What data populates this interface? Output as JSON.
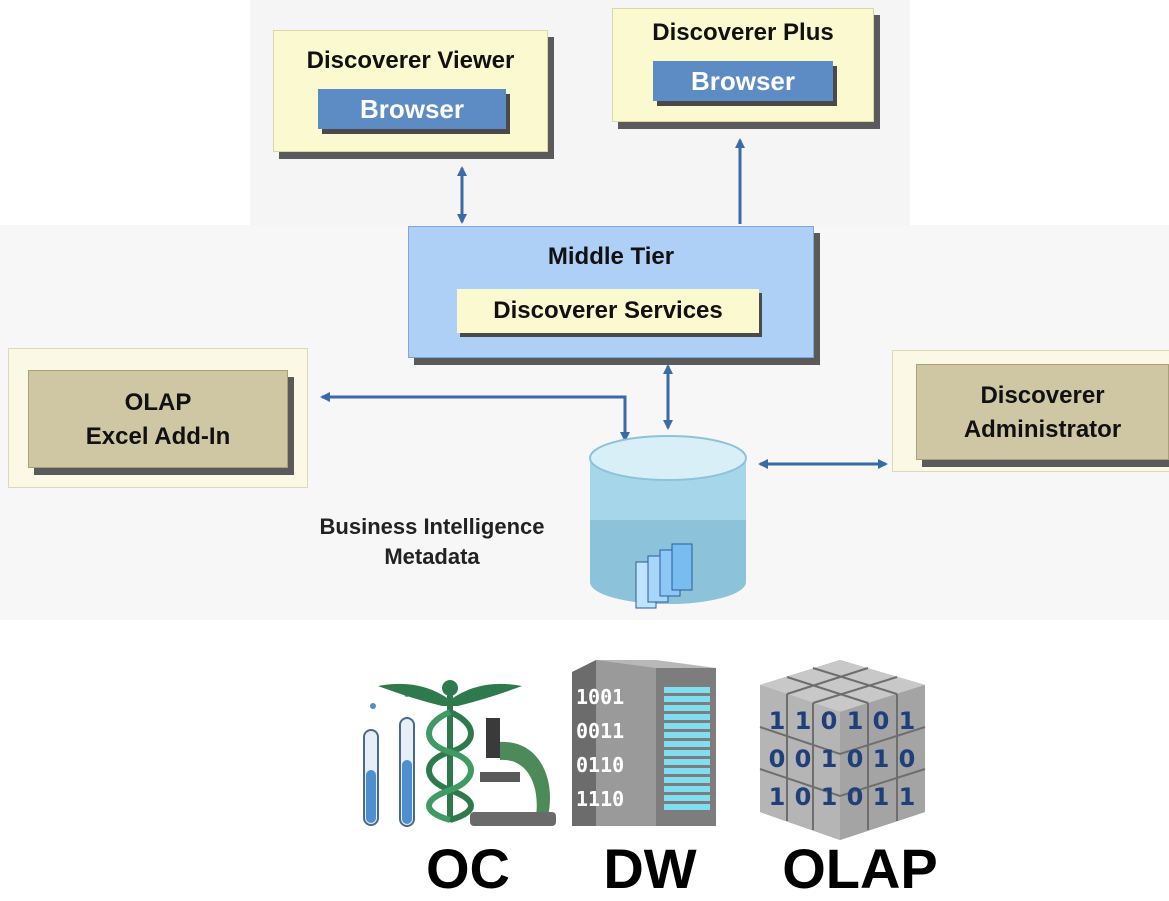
{
  "viewer": {
    "title": "Discoverer Viewer",
    "button": "Browser"
  },
  "plus": {
    "title": "Discoverer Plus",
    "button": "Browser"
  },
  "middle_tier": {
    "title": "Middle Tier",
    "service": "Discoverer Services"
  },
  "olap_addin": {
    "line1": "OLAP",
    "line2": "Excel Add-In"
  },
  "administrator": {
    "line1": "Discoverer",
    "line2": "Administrator"
  },
  "metadata": {
    "line1": "Business Intelligence",
    "line2": "Metadata"
  },
  "cube_bits": [
    "1",
    "1",
    "0",
    "1",
    "0",
    "1",
    "0",
    "0",
    "1",
    "0",
    "1",
    "0",
    "1",
    "0",
    "1",
    "0",
    "1",
    "1"
  ],
  "building_bits": [
    "1001",
    "0011",
    "0110",
    "1110"
  ],
  "bottom_labels": {
    "oc": "OC",
    "dw": "DW",
    "olap": "OLAP"
  },
  "colors": {
    "arrow": "#3a6aa8",
    "browser_button": "#5d8bc4",
    "middle_tier": "#aecff6",
    "client_box": "#fbf9d0",
    "admin_box": "#cfc7a4",
    "cylinder": "#a6d6ea"
  }
}
